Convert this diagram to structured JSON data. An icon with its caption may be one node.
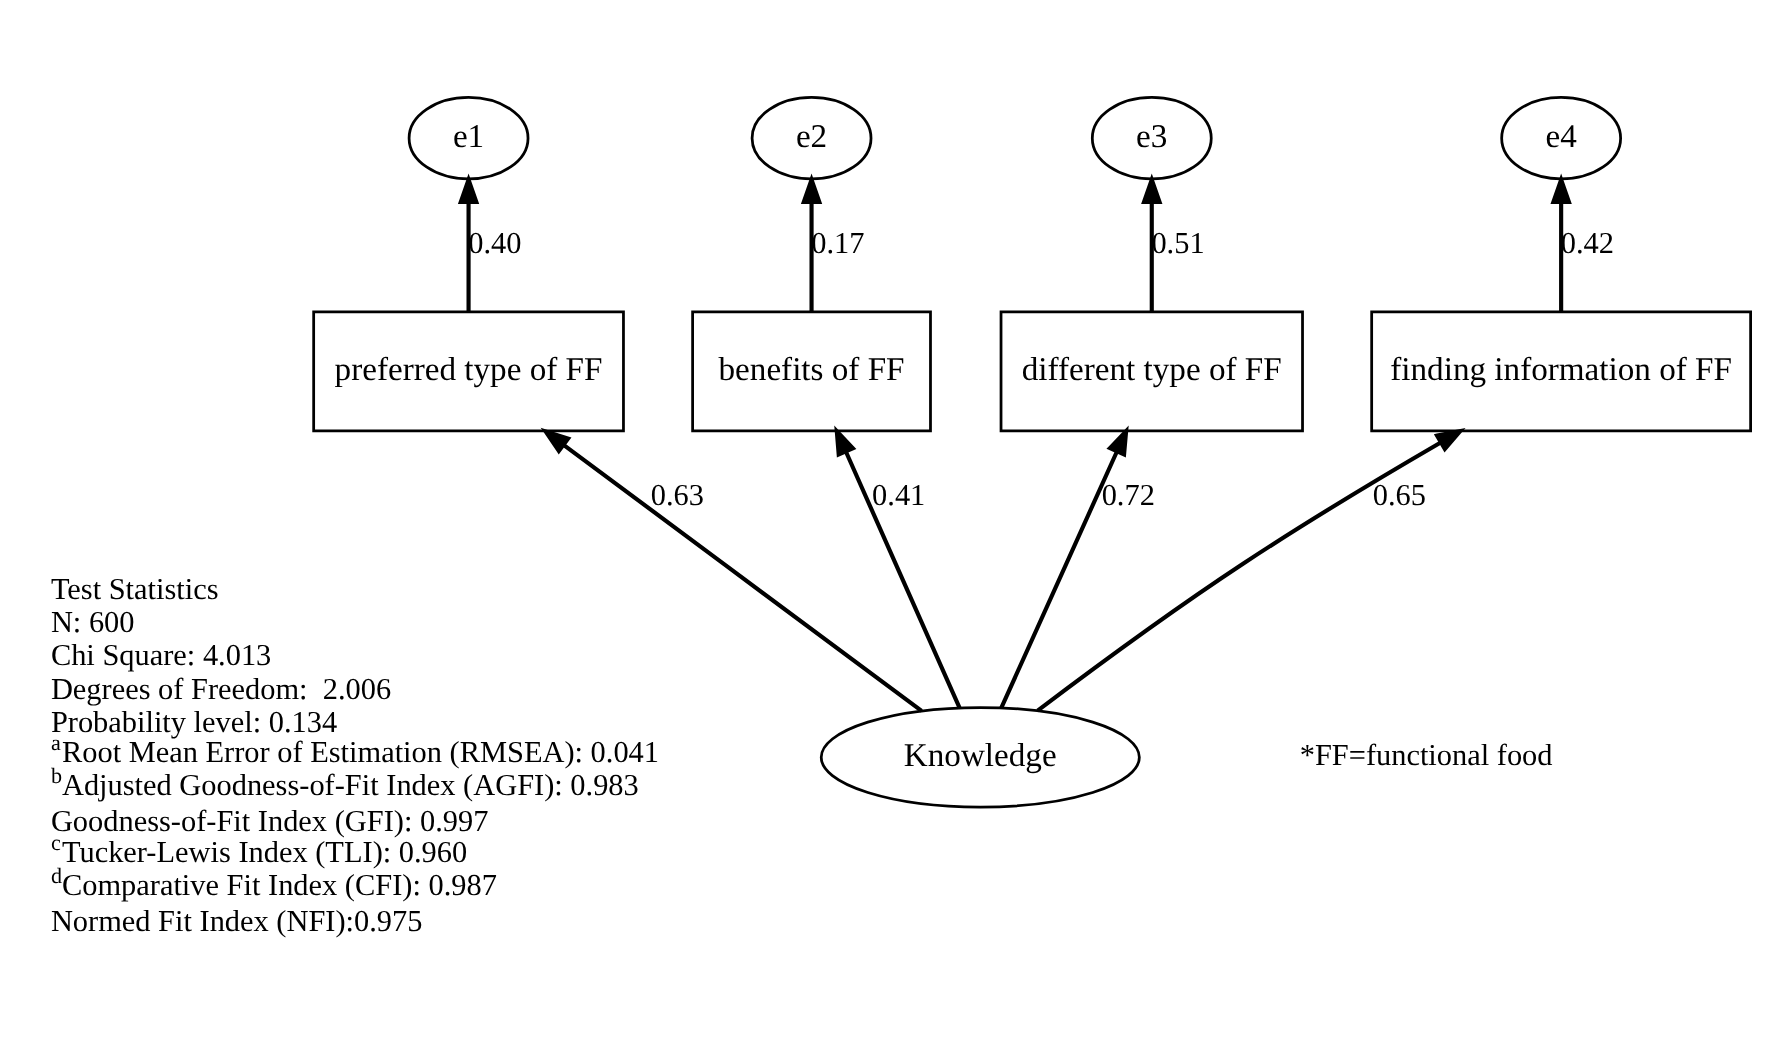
{
  "diagram": {
    "nodes": [
      {
        "text": [
          "e1"
        ]
      },
      {
        "text": [
          "e2"
        ]
      },
      {
        "text": [
          "e3"
        ]
      },
      {
        "text": [
          "e4"
        ]
      },
      {
        "text": [
          "preferred type of FF"
        ]
      },
      {
        "text": [
          "benefits of FF"
        ]
      },
      {
        "text": [
          "different type of FF"
        ]
      },
      {
        "text": [
          "finding information of FF"
        ]
      },
      {
        "text": [
          "Knowledge"
        ]
      }
    ],
    "edges": [
      {
        "from": 8,
        "to": 4,
        "arrow": "to",
        "label": "0.63"
      },
      {
        "from": 8,
        "to": 5,
        "arrow": "to",
        "label": "0.41"
      },
      {
        "from": 8,
        "to": 6,
        "arrow": "to",
        "label": "0.72"
      },
      {
        "from": 8,
        "to": 7,
        "arrow": "to",
        "label": "0.65"
      },
      {
        "from": 4,
        "to": 0,
        "arrow": "to",
        "label": "0.40"
      },
      {
        "from": 5,
        "to": 1,
        "arrow": "to",
        "label": "0.17"
      },
      {
        "from": 6,
        "to": 2,
        "arrow": "to",
        "label": "0.51"
      },
      {
        "from": 7,
        "to": 3,
        "arrow": "to",
        "label": "0.42"
      }
    ],
    "labels": [
      "Test Statistics",
      "N: 600",
      "Chi Square: 4.013",
      "Degrees of Freedom:  2.006",
      "Probability level: 0.134",
      "$^{a}$Root Mean Error of Estimation (RMSEA): 0.041",
      "$^{b}$Adjusted Goodness-of-Fit Index (AGFI): 0.983",
      "Goodness-of-Fit Index (GFI): 0.997",
      "$^{c}$Tucker-Lewis Index (TLI): 0.960",
      "$^{d}$Comparative Fit Index (CFI): 0.987",
      "Normed Fit Index (NFI):0.975",
      "*FF=functional food"
    ]
  }
}
